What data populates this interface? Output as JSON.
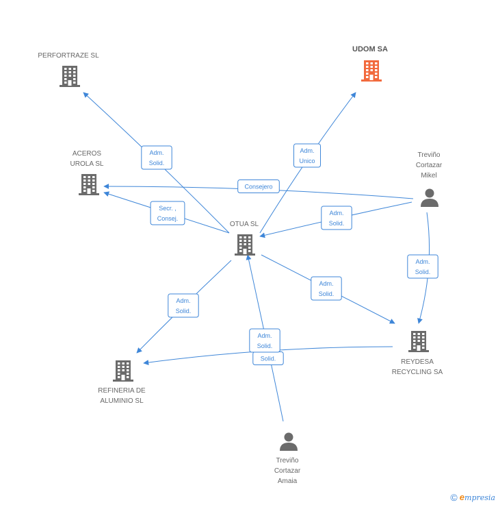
{
  "nodes": [
    {
      "id": "perfortraze",
      "type": "company",
      "label": [
        "PERFORTRAZE SL"
      ],
      "focus": false
    },
    {
      "id": "udom",
      "type": "company",
      "label": [
        "UDOM SA"
      ],
      "focus": true
    },
    {
      "id": "aceros",
      "type": "company",
      "label": [
        "ACEROS",
        "UROLA SL"
      ],
      "focus": false
    },
    {
      "id": "trevino_mikel",
      "type": "person",
      "label": [
        "Treviño",
        "Cortazar",
        "Mikel"
      ],
      "focus": false
    },
    {
      "id": "otua",
      "type": "company",
      "label": [
        "OTUA SL"
      ],
      "focus": false
    },
    {
      "id": "reydesa",
      "type": "company",
      "label": [
        "REYDESA",
        "RECYCLING SA"
      ],
      "focus": false
    },
    {
      "id": "refineria",
      "type": "company",
      "label": [
        "REFINERIA DE",
        "ALUMINIO SL"
      ],
      "focus": false
    },
    {
      "id": "trevino_amaia",
      "type": "person",
      "label": [
        "Treviño",
        "Cortazar",
        "Amaia"
      ],
      "focus": false
    }
  ],
  "edges": [
    {
      "id": "e1",
      "from": "otua",
      "to": "perfortraze",
      "label": [
        "Adm.",
        "Solid."
      ]
    },
    {
      "id": "e2",
      "from": "otua",
      "to": "udom",
      "label": [
        "Adm.",
        "Unico"
      ]
    },
    {
      "id": "e3",
      "from": "trevino_mikel",
      "to": "aceros",
      "label": [
        "Consejero"
      ]
    },
    {
      "id": "e4",
      "from": "otua",
      "to": "aceros",
      "label": [
        "Secr. ,",
        "Consej."
      ]
    },
    {
      "id": "e5",
      "from": "trevino_mikel",
      "to": "otua",
      "label": [
        "Adm.",
        "Solid."
      ]
    },
    {
      "id": "e6",
      "from": "trevino_mikel",
      "to": "reydesa",
      "label": [
        "Adm.",
        "Solid."
      ]
    },
    {
      "id": "e7",
      "from": "otua",
      "to": "reydesa",
      "label": [
        "Adm.",
        "Solid."
      ]
    },
    {
      "id": "e8",
      "from": "otua",
      "to": "refineria",
      "label": [
        "Adm.",
        "Solid."
      ]
    },
    {
      "id": "e9",
      "from": "reydesa",
      "to": "refineria",
      "label": [
        "Solid."
      ]
    },
    {
      "id": "e10",
      "from": "trevino_amaia",
      "to": "otua",
      "label": [
        "Adm.",
        "Solid."
      ]
    }
  ],
  "colors": {
    "edge": "#3e86d8",
    "node": "#6b6b6b",
    "focus_node": "#f26a3d"
  },
  "footer": {
    "copyright": "©",
    "brand_initial": "e",
    "brand_rest": "mpresia"
  }
}
